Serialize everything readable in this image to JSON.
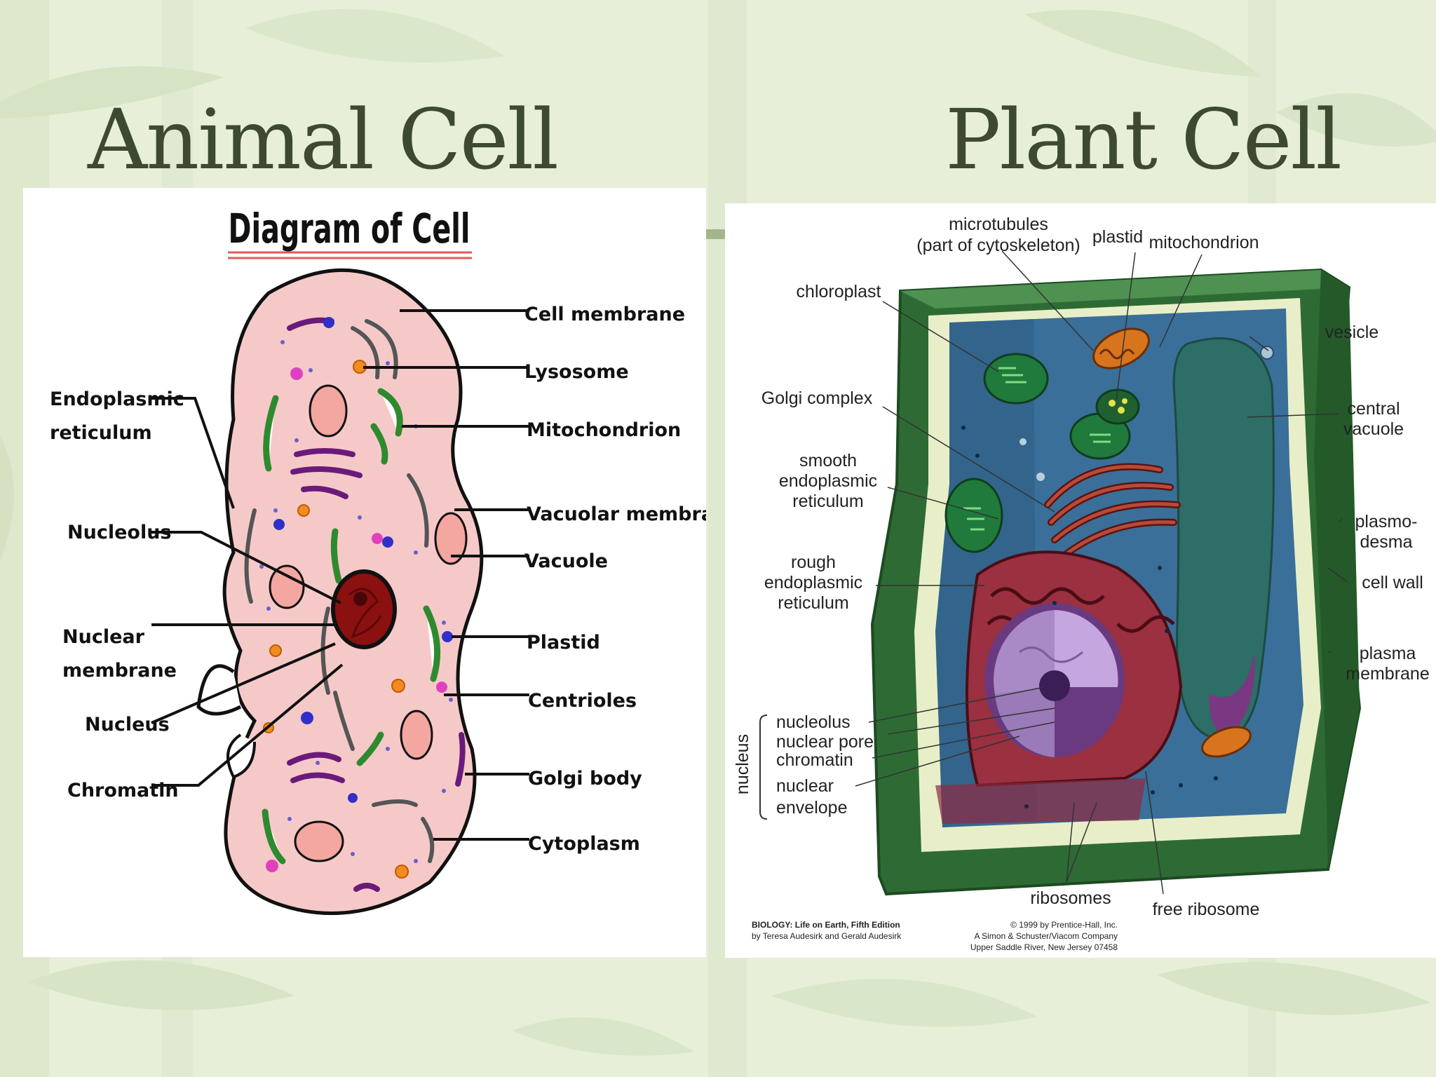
{
  "slide": {
    "title_left": "Animal Cell",
    "title_right": "Plant Cell"
  },
  "colors": {
    "background": "#e7efd9",
    "title": "#3d4a30",
    "animal_cytoplasm": "#f6c9c9",
    "nucleus": "#8b1010",
    "mitochondria": "#2f8a2f",
    "golgi": "#6a1a7a",
    "plant_cell_wall": "#2e6b34",
    "plant_interior": "#3a6f99",
    "vacuole": "#2d6e66",
    "rough_er": "#9a3040",
    "nucleus_purple": "#a98ac6"
  },
  "animal": {
    "heading": "Diagram of Cell",
    "labels": {
      "cell_membrane": "Cell membrane",
      "lysosome": "Lysosome",
      "mitochondrion": "Mitochondrion",
      "vacuolar_membrane": "Vacuolar membrane",
      "vacuole": "Vacuole",
      "plastid": "Plastid",
      "centrioles": "Centrioles",
      "golgi_body": "Golgi body",
      "cytoplasm": "Cytoplasm",
      "er_line1": "Endoplasmic",
      "er_line2": "reticulum",
      "nucleolus": "Nucleolus",
      "nuclear_membrane_line1": "Nuclear",
      "nuclear_membrane_line2": "membrane",
      "nucleus": "Nucleus",
      "chromatin": "Chromatin"
    }
  },
  "plant": {
    "labels": {
      "microtubules_line1": "microtubules",
      "microtubules_line2": "(part of cytoskeleton)",
      "plastid": "plastid",
      "mitochondrion": "mitochondrion",
      "chloroplast": "chloroplast",
      "vesicle": "vesicle",
      "golgi_complex": "Golgi complex",
      "central_vacuole_line1": "central",
      "central_vacuole_line2": "vacuole",
      "smooth_er_line1": "smooth",
      "smooth_er_line2": "endoplasmic",
      "smooth_er_line3": "reticulum",
      "plasmodesma_line1": "plasmo-",
      "plasmodesma_line2": "desma",
      "rough_er_line1": "rough",
      "rough_er_line2": "endoplasmic",
      "rough_er_line3": "reticulum",
      "cell_wall": "cell wall",
      "plasma_membrane_line1": "plasma",
      "plasma_membrane_line2": "membrane",
      "nucleolus": "nucleolus",
      "nuclear_pore": "nuclear pore",
      "chromatin": "chromatin",
      "nuclear_envelope_line1": "nuclear",
      "nuclear_envelope_line2": "envelope",
      "nucleus_group": "nucleus",
      "ribosomes": "ribosomes",
      "free_ribosome": "free ribosome"
    },
    "credits": {
      "book_line1": "BIOLOGY: Life on Earth, Fifth Edition",
      "book_line2": "by Teresa Audesirk and Gerald Audesirk",
      "publisher_line1": "© 1999 by Prentice-Hall, Inc.",
      "publisher_line2": "A Simon & Schuster/Viacom Company",
      "publisher_line3": "Upper Saddle River, New Jersey 07458"
    }
  }
}
